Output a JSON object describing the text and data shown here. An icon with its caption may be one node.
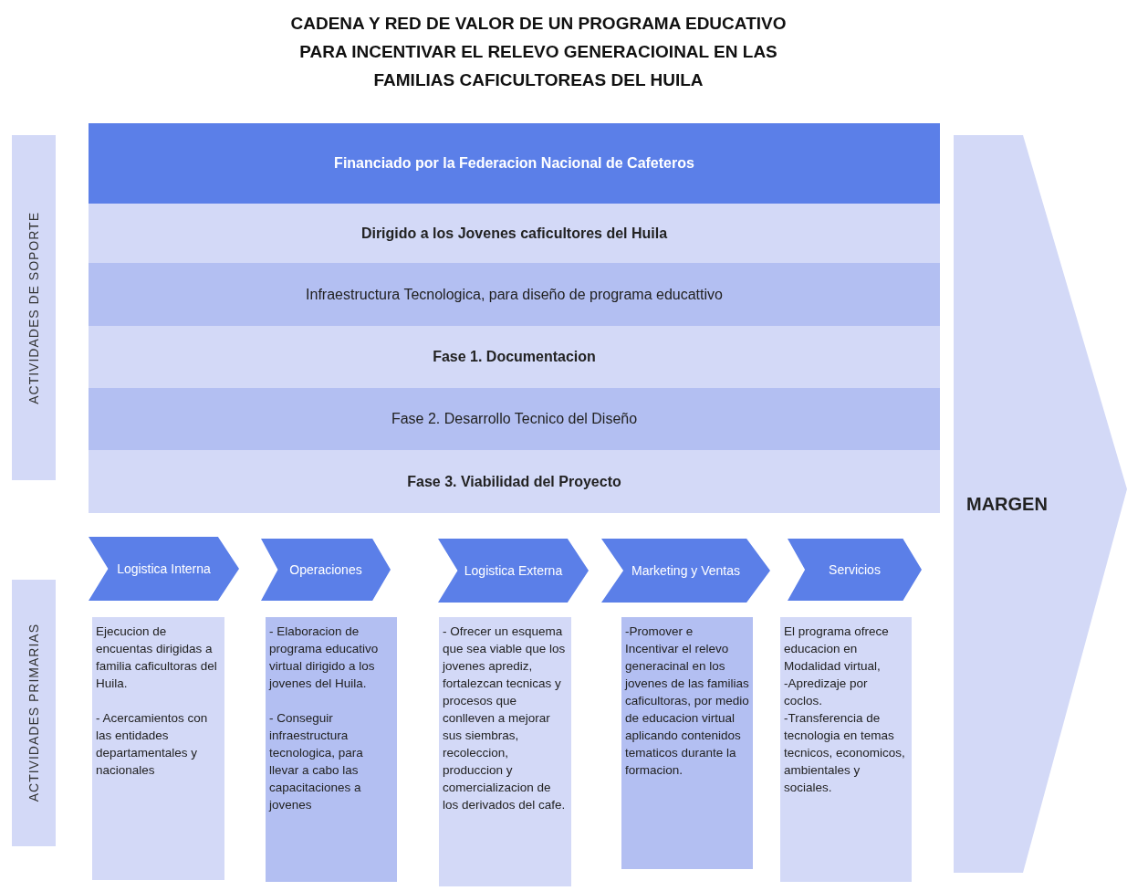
{
  "diagram": {
    "title": "CADENA Y RED DE VALOR DE UN PROGRAMA EDUCATIVO PARA INCENTIVAR EL RELEVO GENERACIOINAL EN LAS FAMILIAS CAFICULTOREAS DEL HUILA",
    "nodes": [
      {
        "text": [
          "ACTIVIDADES DE SOPORTE"
        ]
      },
      {
        "text": [
          "Financiado por la Federacion Nacional de Cafeteros"
        ]
      },
      {
        "text": [
          "Dirigido a los Jovenes caficultores del Huila"
        ]
      },
      {
        "text": [
          "Infraestructura Tecnologica, para diseño de programa educattivo"
        ]
      },
      {
        "text": [
          "Fase 1. Documentacion"
        ]
      },
      {
        "text": [
          "Fase 2. Desarrollo Tecnico del Diseño"
        ]
      },
      {
        "text": [
          "Fase 3. Viabilidad del Proyecto"
        ]
      },
      {
        "text": [
          "MARGEN"
        ]
      },
      {
        "text": [
          "ACTIVIDADES PRIMARIAS"
        ]
      },
      {
        "text": [
          "Logistica Interna"
        ]
      },
      {
        "text": [
          "Operaciones"
        ]
      },
      {
        "text": [
          "Logistica Externa"
        ]
      },
      {
        "text": [
          "Marketing y Ventas"
        ]
      },
      {
        "text": [
          "Servicios"
        ]
      },
      {
        "text": [
          "Ejecucion de encuentas dirigidas a familia caficultoras del Huila.",
          "- Acercamientos con las entidades departamentales y nacionales"
        ]
      },
      {
        "text": [
          "- Elaboracion de programa educativo virtual dirigido a los jovenes del Huila.",
          "- Conseguir infraestructura tecnologica, para llevar a cabo las capacitaciones a jovenes"
        ]
      },
      {
        "text": [
          "- Ofrecer un esquema que sea viable que los jovenes aprediz, fortalezcan tecnicas y procesos que conlleven a mejorar sus siembras, recoleccion, produccion y comercializacion de los derivados del cafe."
        ]
      },
      {
        "text": [
          "-Promover e Incentivar el relevo generacinal en los jovenes de las familias caficultoras, por medio de educacion virtual aplicando contenidos tematicos durante la formacion."
        ]
      },
      {
        "text": [
          "El programa ofrece educacion en Modalidad virtual,",
          "-Apredizaje por coclos.",
          "-Transferencia de tecnologia en temas tecnicos, economicos, ambientales y sociales."
        ]
      }
    ]
  }
}
